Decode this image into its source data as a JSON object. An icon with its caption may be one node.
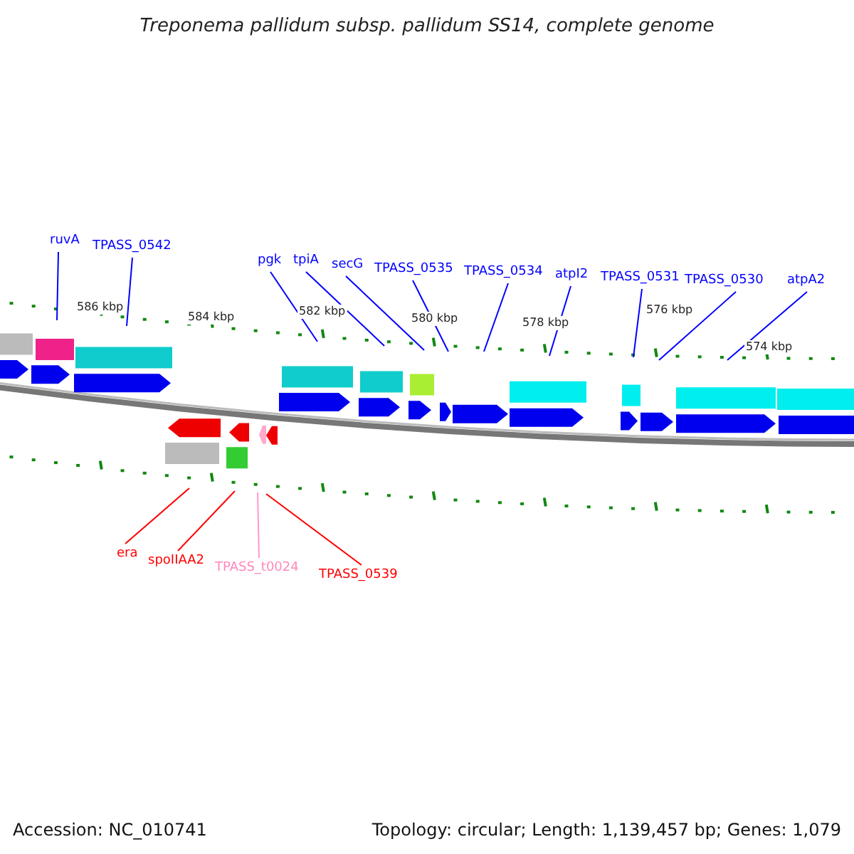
{
  "diagram": {
    "title": "Treponema pallidum subsp. pallidum SS14, complete genome",
    "nodes": [
      {
        "text": [
          "ruvA"
        ]
      },
      {
        "text": [
          "TPASS_0542"
        ]
      },
      {
        "text": [
          "pgk"
        ]
      },
      {
        "text": [
          "tpiA"
        ]
      },
      {
        "text": [
          "secG"
        ]
      },
      {
        "text": [
          "TPASS_0535"
        ]
      },
      {
        "text": [
          "TPASS_0534"
        ]
      },
      {
        "text": [
          "atpI2"
        ]
      },
      {
        "text": [
          "TPASS_0531"
        ]
      },
      {
        "text": [
          "TPASS_0530"
        ]
      },
      {
        "text": [
          "atpA2"
        ]
      },
      {
        "text": [
          "era"
        ]
      },
      {
        "text": [
          "spoIIAA2"
        ]
      },
      {
        "text": [
          "TPASS_t0024"
        ]
      },
      {
        "text": [
          "TPASS_0539"
        ]
      }
    ],
    "edges": [
      {
        "from": 0,
        "to": null,
        "arrow": "none"
      },
      {
        "from": 1,
        "to": null,
        "arrow": "none"
      },
      {
        "from": 2,
        "to": null,
        "arrow": "none"
      },
      {
        "from": 3,
        "to": null,
        "arrow": "none"
      },
      {
        "from": 4,
        "to": null,
        "arrow": "none"
      },
      {
        "from": 5,
        "to": null,
        "arrow": "none"
      },
      {
        "from": 6,
        "to": null,
        "arrow": "none"
      },
      {
        "from": 7,
        "to": null,
        "arrow": "none"
      },
      {
        "from": 8,
        "to": null,
        "arrow": "none"
      },
      {
        "from": 9,
        "to": null,
        "arrow": "none"
      },
      {
        "from": 10,
        "to": null,
        "arrow": "none"
      },
      {
        "from": 11,
        "to": null,
        "arrow": "none",
        "color": "#ff0000"
      },
      {
        "from": 12,
        "to": null,
        "arrow": "none",
        "color": "#ff0000"
      },
      {
        "from": 13,
        "to": null,
        "arrow": "none",
        "color": "#ff99cc"
      },
      {
        "from": 14,
        "to": null,
        "arrow": "none",
        "color": "#ff0000"
      }
    ],
    "labels": [
      "586 kbp",
      "584 kbp",
      "582 kbp",
      "580 kbp",
      "578 kbp",
      "576 kbp",
      "574 kbp",
      "Accession: NC_010741",
      "Topology: circular; Length: 1,139,457 bp; Genes: 1,079"
    ]
  }
}
